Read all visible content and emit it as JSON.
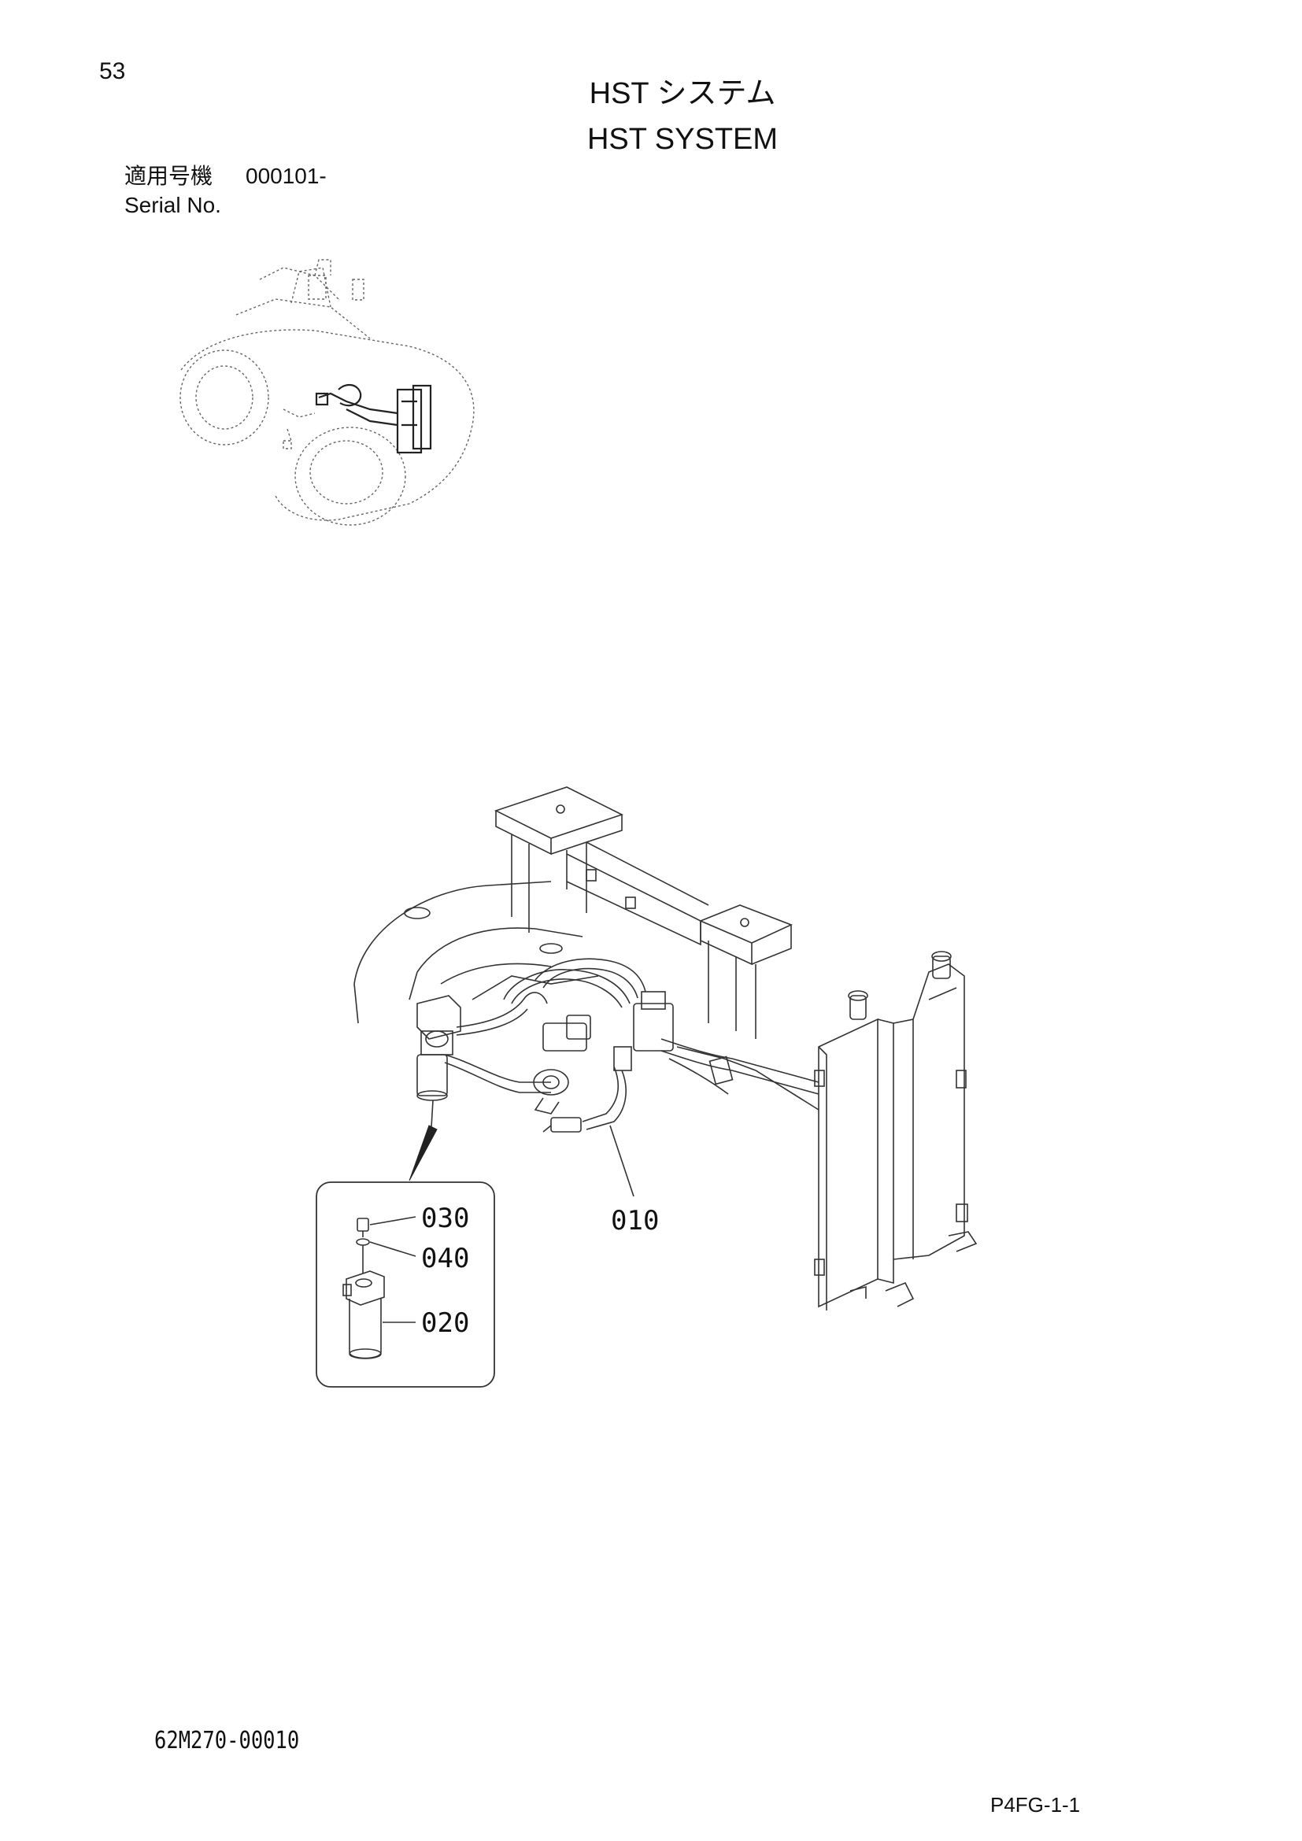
{
  "page_number": "53",
  "title": {
    "jp": "HST システム",
    "en": "HST SYSTEM"
  },
  "serial": {
    "jp_label": "適用号機",
    "value": "000101-",
    "en_label": "Serial No."
  },
  "callouts": {
    "p010": "010",
    "p020": "020",
    "p030": "030",
    "p040": "040"
  },
  "figure_code": "62M270-00010",
  "page_code": "P4FG-1-1"
}
